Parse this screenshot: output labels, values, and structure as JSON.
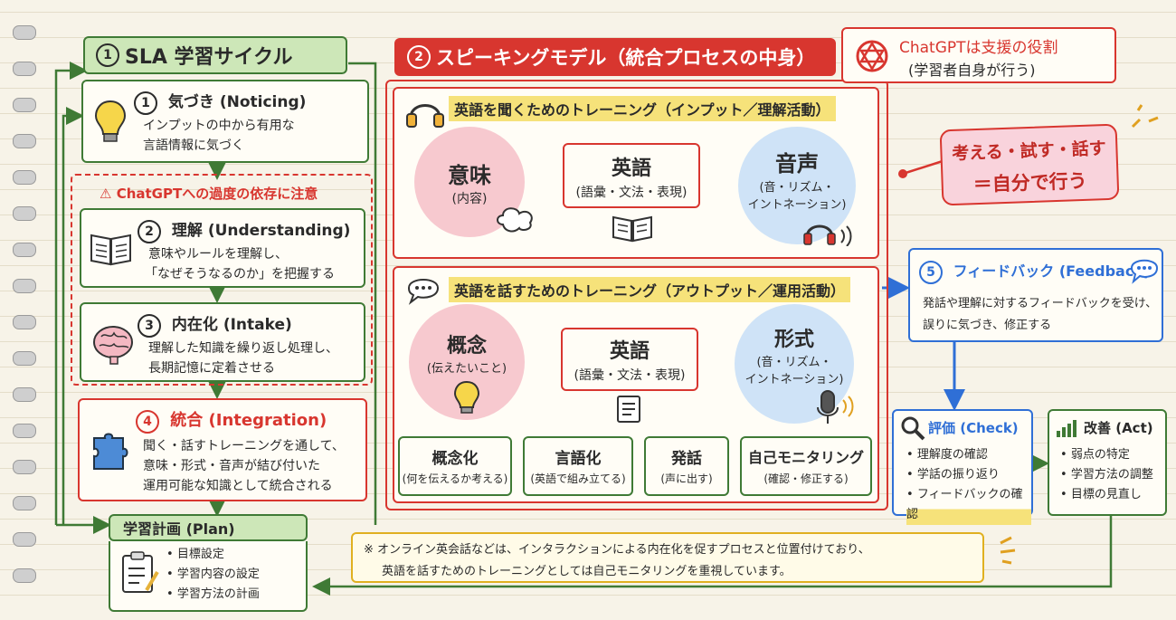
{
  "sla": {
    "title": "SLA 学習サイクル",
    "num": "1",
    "noticing": {
      "num": "1",
      "title": "気づき (Noticing)",
      "line1": "インプットの中から有用な",
      "line2": "言語情報に気づく"
    },
    "warning": "ChatGPTへの過度の依存に注意",
    "understanding": {
      "num": "2",
      "title": "理解 (Understanding)",
      "line1": "意味やルールを理解し、",
      "line2": "「なぜそうなるのか」を把握する"
    },
    "intake": {
      "num": "3",
      "title": "内在化 (Intake)",
      "line1": "理解した知識を繰り返し処理し、",
      "line2": "長期記憶に定着させる"
    },
    "integration": {
      "num": "4",
      "title": "統合 (Integration)",
      "line1": "聞く・話すトレーニングを通して、",
      "line2": "意味・形式・音声が結び付いた",
      "line3": "運用可能な知識として統合される"
    }
  },
  "plan": {
    "title": "学習計画 (Plan)",
    "items": [
      "目標設定",
      "学習内容の設定",
      "学習方法の計画"
    ]
  },
  "speaking": {
    "num": "2",
    "title": "スピーキングモデル（統合プロセスの中身）",
    "listening": {
      "title": "英語を聞くためのトレーニング（インプット／理解活動）",
      "meaning": {
        "main": "意味",
        "sub": "(内容)"
      },
      "english": {
        "main": "英語",
        "sub": "(語彙・文法・表現)"
      },
      "sound": {
        "main": "音声",
        "sub1": "(音・リズム・",
        "sub2": "イントネーション)"
      }
    },
    "talking": {
      "title": "英語を話すためのトレーニング（アウトプット／運用活動）",
      "concept": {
        "main": "概念",
        "sub": "(伝えたいこと)"
      },
      "english": {
        "main": "英語",
        "sub": "(語彙・文法・表現)"
      },
      "form": {
        "main": "形式",
        "sub1": "(音・リズム・",
        "sub2": "イントネーション)"
      },
      "steps": [
        {
          "main": "概念化",
          "sub": "(何を伝えるか考える)"
        },
        {
          "main": "言語化",
          "sub": "(英語で組み立てる)"
        },
        {
          "main": "発話",
          "sub": "(声に出す)"
        },
        {
          "main": "自己モニタリング",
          "sub": "(確認・修正する)"
        }
      ]
    }
  },
  "chatgpt": {
    "line1": "ChatGPTは支援の役割",
    "line2": "(学習者自身が行う)"
  },
  "think": {
    "line1": "考える・試す・話す",
    "line2": "＝自分で行う"
  },
  "feedback": {
    "num": "5",
    "title": "フィードバック (Feedback)",
    "line1": "発話や理解に対するフィードバックを受け、",
    "line2": "誤りに気づき、修正する"
  },
  "check": {
    "title": "評価 (Check)",
    "items": [
      "理解度の確認",
      "学話の振り返り",
      "フィードバックの確認"
    ]
  },
  "act": {
    "title": "改善 (Act)",
    "items": [
      "弱点の特定",
      "学習方法の調整",
      "目標の見直し"
    ]
  },
  "note": {
    "mark": "※",
    "line1": "オンライン英会話などは、インタラクションによる内在化を促すプロセスと位置付けており、",
    "line2": "英語を話すためのトレーニングとしては自己モニタリングを重視しています。"
  },
  "colors": {
    "green": "#3f7a35",
    "red": "#d8362f",
    "blue": "#2f6fd6",
    "yellow": "#f6e27a",
    "pink": "#f7c9cf",
    "lightblue": "#cfe3f7"
  }
}
